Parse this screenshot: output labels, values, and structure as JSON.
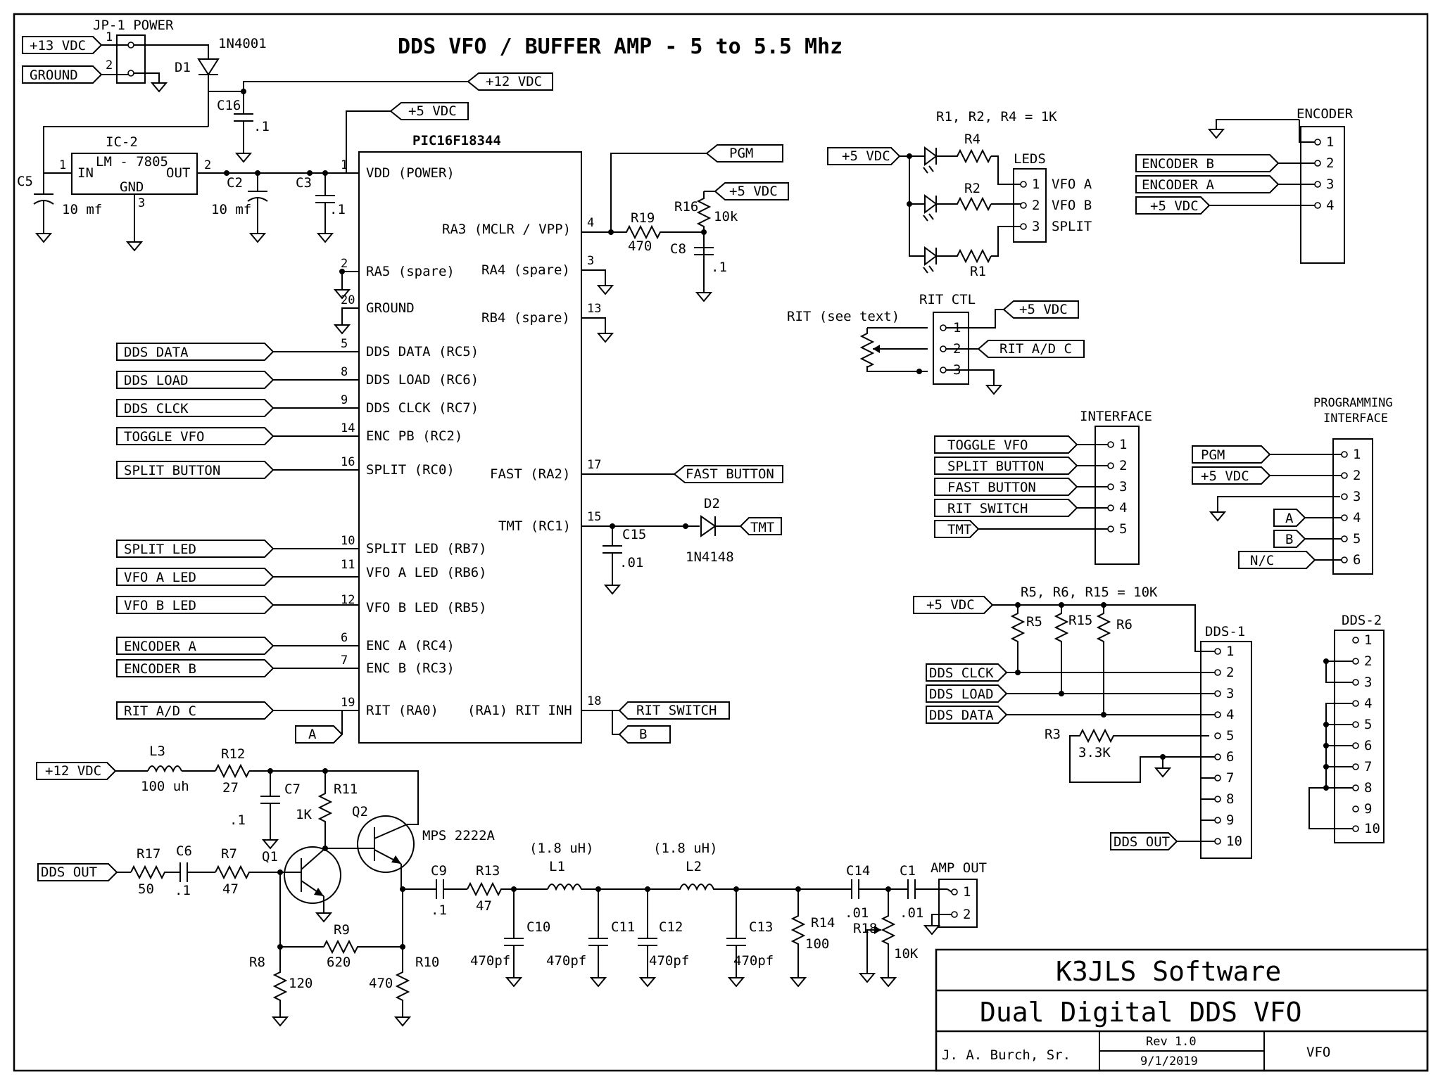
{
  "title": "DDS VFO / BUFFER AMP - 5 to 5.5 Mhz",
  "ic": {
    "name": "PIC16F18344"
  },
  "pins_left": [
    {
      "num": "1",
      "label": "VDD (POWER)"
    },
    {
      "num": "2",
      "label": "RA5 (spare)"
    },
    {
      "num": "20",
      "label": "GROUND"
    },
    {
      "num": "5",
      "label": "DDS DATA (RC5)"
    },
    {
      "num": "8",
      "label": "DDS LOAD (RC6)"
    },
    {
      "num": "9",
      "label": "DDS CLCK (RC7)"
    },
    {
      "num": "14",
      "label": "ENC PB (RC2)"
    },
    {
      "num": "16",
      "label": "SPLIT (RC0)"
    },
    {
      "num": "10",
      "label": "SPLIT LED (RB7)"
    },
    {
      "num": "11",
      "label": "VFO A LED (RB6)"
    },
    {
      "num": "12",
      "label": "VFO B LED (RB5)"
    },
    {
      "num": "6",
      "label": "ENC A (RC4)"
    },
    {
      "num": "7",
      "label": "ENC B (RC3)"
    },
    {
      "num": "19",
      "label": "RIT (RA0)"
    }
  ],
  "pins_right": [
    {
      "num": "4",
      "label": "RA3 (MCLR / VPP)"
    },
    {
      "num": "3",
      "label": "RA4 (spare)"
    },
    {
      "num": "13",
      "label": "RB4 (spare)"
    },
    {
      "num": "17",
      "label": "FAST (RA2)"
    },
    {
      "num": "15",
      "label": "TMT (RC1)"
    },
    {
      "num": "18",
      "label": "(RA1) RIT INH"
    }
  ],
  "left_tags": [
    "DDS DATA",
    "DDS LOAD",
    "DDS CLCK",
    "TOGGLE VFO",
    "SPLIT BUTTON",
    "SPLIT LED",
    "VFO A  LED",
    "VFO B  LED",
    "ENCODER A",
    "ENCODER B",
    "RIT A/D C"
  ],
  "power": {
    "p13": "+13 VDC",
    "ground": "GROUND",
    "jp1": "JP-1 POWER",
    "p12": "+12 VDC",
    "p5": "+5 VDC",
    "d1": "D1",
    "d1_part": "1N4001",
    "ic2": "IC-2",
    "reg": "LM - 7805",
    "reg_in": "IN",
    "reg_out": "OUT",
    "reg_gnd": "GND",
    "c5": "C5",
    "c2": "C2",
    "c3": "C3",
    "c16": "C16",
    "cap_10mf": "10 mf",
    "cap_p1": ".1",
    "pin1": "1",
    "pin2": "2",
    "pin3": "3"
  },
  "right_net": {
    "pgm": "PGM",
    "p5": "+5 VDC",
    "r19": "R19",
    "r19_val": "470",
    "r16": "R16",
    "r16_val": "10k",
    "c8": "C8",
    "c8_val": ".1",
    "fast": "FAST BUTTON",
    "d2": "D2",
    "d2_part": "1N4148",
    "tmt": "TMT",
    "c15": "C15",
    "c15_val": ".01",
    "rit_switch": "RIT SWITCH",
    "a": "A",
    "b": "B"
  },
  "leds": {
    "note": "R1, R2, R4 = 1K",
    "title": "LEDS",
    "p5": "+5 VDC",
    "r4": "R4",
    "r2": "R2",
    "r1": "R1",
    "pins": [
      {
        "n": "1",
        "l": "VFO A"
      },
      {
        "n": "2",
        "l": "VFO B"
      },
      {
        "n": "3",
        "l": "SPLIT"
      }
    ]
  },
  "encoder": {
    "title": "ENCODER",
    "tags": [
      "ENCODER B",
      "ENCODER A",
      "+5 VDC"
    ],
    "pins": [
      "1",
      "2",
      "3",
      "4"
    ]
  },
  "rit": {
    "title": "RIT CTL",
    "pot": "RIT (see text)",
    "p5": "+5 VDC",
    "ad": "RIT A/D C",
    "pins": [
      "1",
      "2",
      "3"
    ]
  },
  "interface": {
    "title": "INTERFACE",
    "tags": [
      "TOGGLE VFO",
      "SPLIT BUTTON",
      "FAST BUTTON",
      "RIT SWITCH",
      "TMT"
    ],
    "pins": [
      "1",
      "2",
      "3",
      "4",
      "5"
    ]
  },
  "prog": {
    "title1": "PROGRAMMING",
    "title2": "INTERFACE",
    "tags": [
      "PGM",
      "+5 VDC",
      "",
      "A",
      "B",
      "N/C"
    ],
    "pins": [
      "1",
      "2",
      "3",
      "4",
      "5",
      "6"
    ]
  },
  "dds1": {
    "title": "DDS-1",
    "note": "R5, R6, R15 = 10K",
    "p5": "+5 VDC",
    "r5": "R5",
    "r15": "R15",
    "r6": "R6",
    "r3": "R3",
    "r3_val": "3.3K",
    "tags": [
      "DDS CLCK",
      "DDS LOAD",
      "DDS DATA",
      "DDS OUT"
    ],
    "pins": [
      "1",
      "2",
      "3",
      "4",
      "5",
      "6",
      "7",
      "8",
      "9",
      "10"
    ]
  },
  "dds2": {
    "title": "DDS-2",
    "pins": [
      "1",
      "2",
      "3",
      "4",
      "5",
      "6",
      "7",
      "8",
      "9",
      "10"
    ]
  },
  "amp": {
    "p12": "+12 VDC",
    "l3": "L3",
    "l3_val": "100 uh",
    "r12": "R12",
    "r12_val": "27",
    "c7": "C7",
    "c7_val": ".1",
    "r11": "R11",
    "r11_val": "1K",
    "q2": "Q2",
    "q2_part": "MPS 2222A",
    "q1": "Q1",
    "dds_out": "DDS OUT",
    "r17": "R17",
    "r17_val": "50",
    "c6": "C6",
    "c6_val": ".1",
    "r7": "R7",
    "r7_val": "47",
    "r9": "R9",
    "r9_val": "620",
    "r8": "R8",
    "r8_val": "120",
    "r10": "R10",
    "r10_val": "470",
    "c9": "C9",
    "c9_val": ".1",
    "r13": "R13",
    "r13_val": "47",
    "l1": "L1",
    "l1_val": "(1.8 uH)",
    "l2": "L2",
    "l2_val": "(1.8 uH)",
    "c10": "C10",
    "c11": "C11",
    "c12": "C12",
    "c13": "C13",
    "c470": "470pf",
    "r14": "R14",
    "r14_val": "100",
    "c14": "C14",
    "c14_val": ".01",
    "r18": "R18",
    "r18_val": "10K",
    "c1": "C1",
    "c1_val": ".01",
    "amp_out": "AMP OUT",
    "p1": "1",
    "p2": "2"
  },
  "title_block": {
    "company": "K3JLS Software",
    "project": "Dual Digital DDS VFO",
    "author": "J. A. Burch, Sr.",
    "rev": "Rev 1.0",
    "date": "9/1/2019",
    "sheet": "VFO"
  }
}
